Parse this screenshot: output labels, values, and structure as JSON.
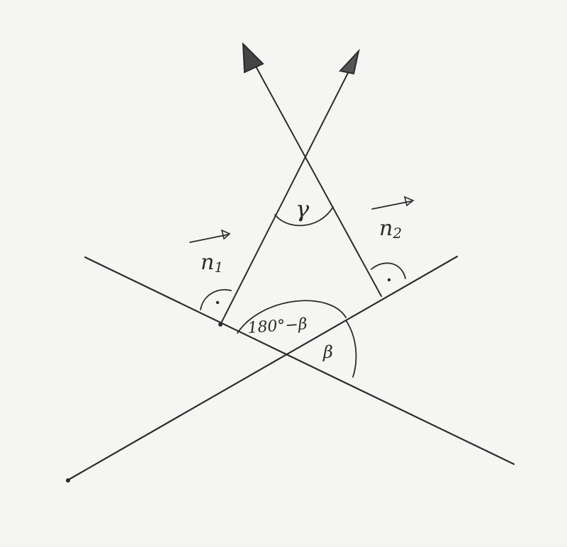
{
  "labels": {
    "n1_symbol": "n",
    "n1_subscript": "1",
    "n2_symbol": "n",
    "n2_subscript": "2",
    "gamma": "γ",
    "supplement": "180°−β",
    "beta": "β"
  },
  "colors": {
    "ink": "#2b2b2b",
    "paper": "#f5f5f3"
  }
}
